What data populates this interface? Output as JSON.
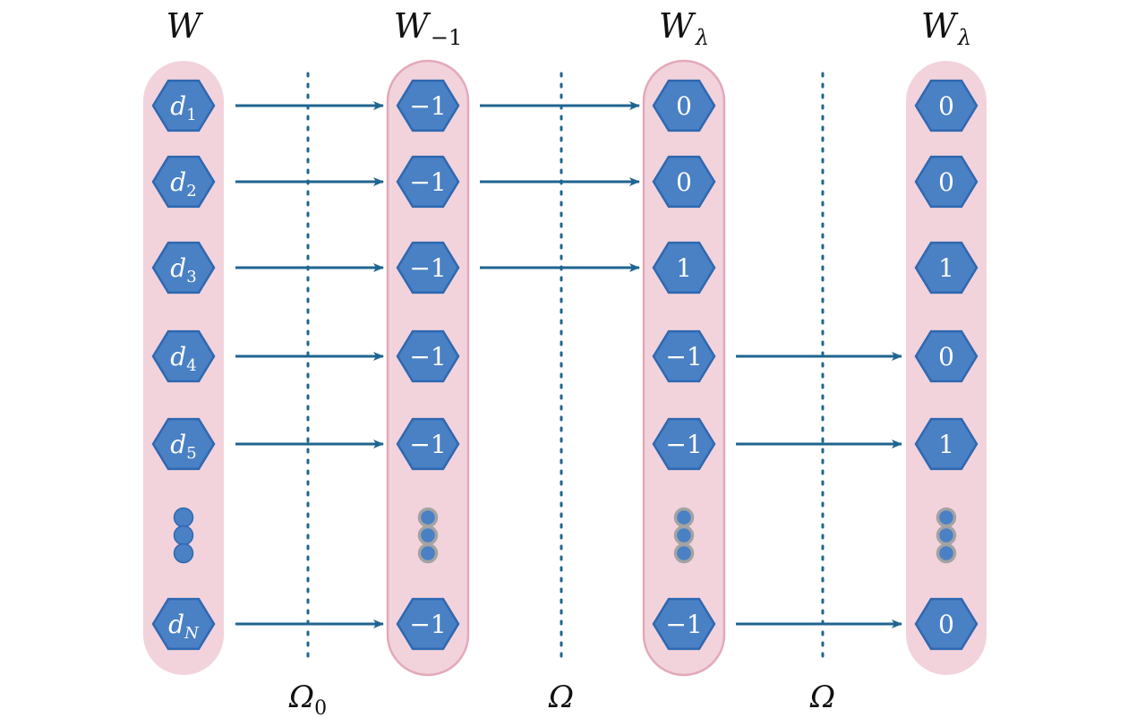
{
  "colors": {
    "column_fill": "#f2d3dc",
    "column_stroke": "#e3a9b9",
    "node_fill": "#4a80c4",
    "node_stroke": "#2f68b0",
    "dot_ring": "#a3a3a3",
    "arrow": "#1f6590",
    "divider": "#1f6590"
  },
  "columns": [
    {
      "title": {
        "base": "W",
        "sub": ""
      },
      "bordered": false,
      "nodes": [
        {
          "type": "var",
          "base": "d",
          "sub": "1"
        },
        {
          "type": "var",
          "base": "d",
          "sub": "2"
        },
        {
          "type": "var",
          "base": "d",
          "sub": "3"
        },
        {
          "type": "var",
          "base": "d",
          "sub": "4"
        },
        {
          "type": "var",
          "base": "d",
          "sub": "5"
        },
        {
          "type": "dots",
          "ring": false
        },
        {
          "type": "var",
          "base": "d",
          "sub": "N"
        }
      ]
    },
    {
      "title": {
        "base": "W",
        "sub": "−1"
      },
      "bordered": true,
      "nodes": [
        {
          "type": "num",
          "text": "−1"
        },
        {
          "type": "num",
          "text": "−1"
        },
        {
          "type": "num",
          "text": "−1"
        },
        {
          "type": "num",
          "text": "−1"
        },
        {
          "type": "num",
          "text": "−1"
        },
        {
          "type": "dots",
          "ring": true
        },
        {
          "type": "num",
          "text": "−1"
        }
      ]
    },
    {
      "title": {
        "base": "W",
        "sub": "λ"
      },
      "bordered": true,
      "nodes": [
        {
          "type": "num",
          "text": "0"
        },
        {
          "type": "num",
          "text": "0"
        },
        {
          "type": "num",
          "text": "1"
        },
        {
          "type": "num",
          "text": "−1"
        },
        {
          "type": "num",
          "text": "−1"
        },
        {
          "type": "dots",
          "ring": true
        },
        {
          "type": "num",
          "text": "−1"
        }
      ]
    },
    {
      "title": {
        "base": "W",
        "sub": "λ"
      },
      "bordered": false,
      "nodes": [
        {
          "type": "num",
          "text": "0"
        },
        {
          "type": "num",
          "text": "0"
        },
        {
          "type": "num",
          "text": "1"
        },
        {
          "type": "num",
          "text": "0"
        },
        {
          "type": "num",
          "text": "1"
        },
        {
          "type": "dots",
          "ring": true
        },
        {
          "type": "num",
          "text": "0"
        }
      ]
    }
  ],
  "dividers": [
    {
      "label": {
        "base": "Ω",
        "sub": "0"
      }
    },
    {
      "label": {
        "base": "Ω",
        "sub": ""
      }
    },
    {
      "label": {
        "base": "Ω",
        "sub": ""
      }
    }
  ],
  "arrows": [
    {
      "from_column": 0,
      "to_column": 1,
      "rows": [
        0,
        1,
        2,
        3,
        4,
        6
      ]
    },
    {
      "from_column": 1,
      "to_column": 2,
      "rows": [
        0,
        1,
        2
      ]
    },
    {
      "from_column": 2,
      "to_column": 3,
      "rows": [
        3,
        4,
        6
      ]
    }
  ]
}
